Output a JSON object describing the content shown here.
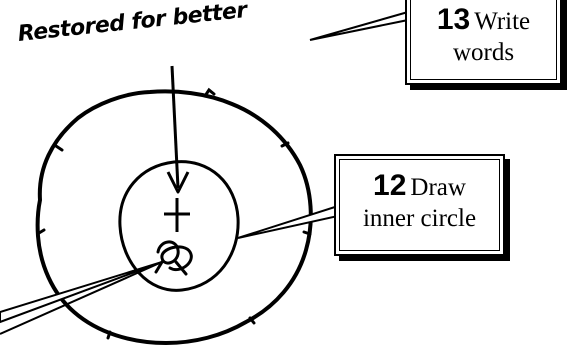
{
  "handwriting": {
    "text": "Restored for better"
  },
  "callouts": {
    "step13": {
      "number": "13",
      "line1": "Write",
      "line2": "words"
    },
    "step12": {
      "number": "12",
      "line1": "Draw",
      "line2": "inner circle"
    }
  },
  "colors": {
    "ink": "#000000",
    "background": "#ffffff"
  }
}
